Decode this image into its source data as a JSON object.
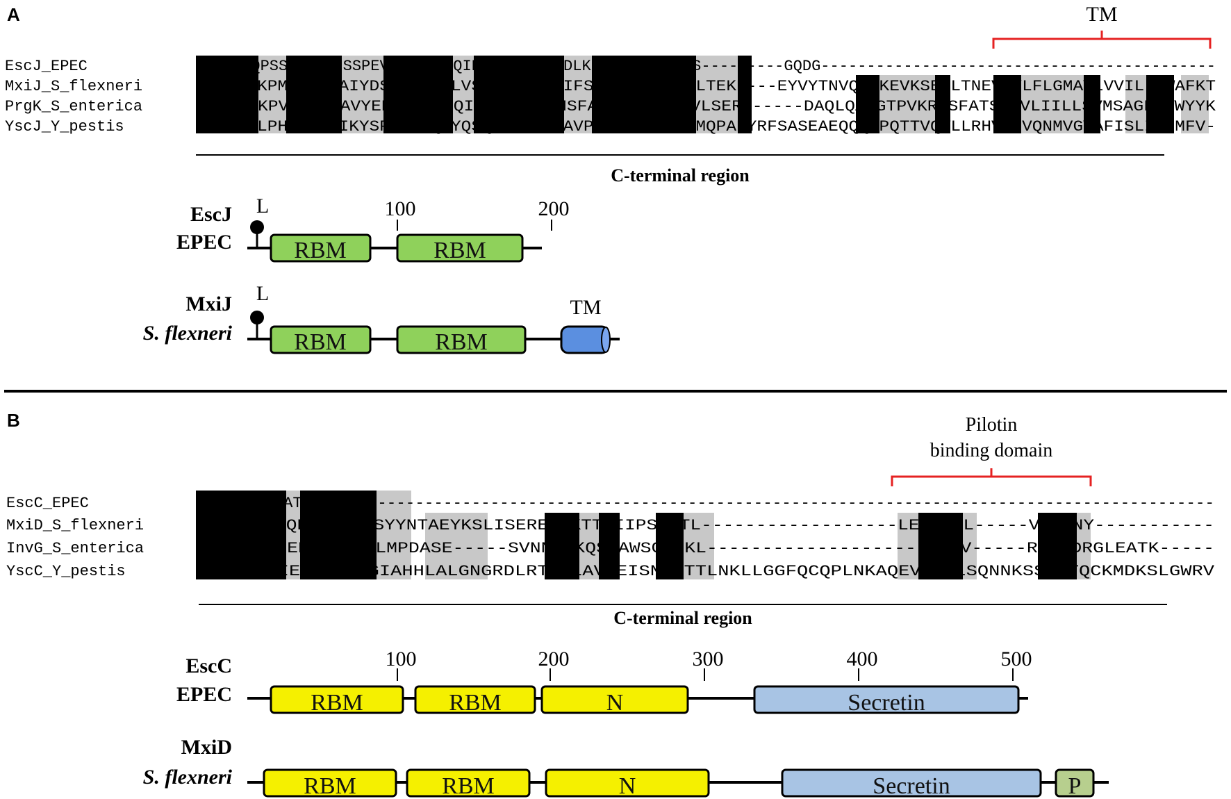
{
  "panels": {
    "a": {
      "letter": "A",
      "sequences": [
        {
          "name": "EscJ_EPEC",
          "seq": "VNNNESQPSSAAVLVISSPEVNLAPSVIQIKNLVVKNSVDDLKLENISVVIKSSS---------GQDG-------------------------------------------"
        },
        {
          "name": "MxiJ_S_flexneri",
          "seq": "EKNISSKPMHISVIAIYDSPKESELLVSNIKRFLKNIFSDVKYENISVILTEKE---EYVYTNVQPVKEVKSEFLTNEVIYLFLGMAVLVVILLVWAFKT"
        },
        {
          "name": "PrgK_S_enterica",
          "seq": "ENGREPKPVHLSALAVYERGSPLAHQISDIKRFLKNSFADVDYDNISVVLSERS-----DAQLQAPGTPVKRNSFATSWIVLIILLSVMSAGFGVWYYK"
        },
        {
          "name": "YscJ_Y_pestis",
          "seq": "VDGKNPLPHTASVFIKYSPEVNLQSYQSQIKGLVRDAVPGIDYAKISVVMQPANYRFSASEAEQQQGPQTTVQWLLRHVGMVQNMVGVAFISLIVLMFV-"
        }
      ],
      "tm_label": "TM",
      "region_label": "C-terminal region",
      "proteins": [
        {
          "name": "EscJ",
          "species": "EPEC",
          "lipid_label": "L",
          "ticks": [
            "100",
            "200"
          ],
          "domains": [
            {
              "label": "RBM",
              "color": "#8fd15b"
            },
            {
              "label": "RBM",
              "color": "#8fd15b"
            }
          ]
        },
        {
          "name": "MxiJ",
          "species": "S. flexneri",
          "lipid_label": "L",
          "tm_label": "TM",
          "domains": [
            {
              "label": "RBM",
              "color": "#8fd15b"
            },
            {
              "label": "RBM",
              "color": "#8fd15b"
            }
          ],
          "tm_color": "#5b8fe0"
        }
      ]
    },
    "b": {
      "letter": "B",
      "sequences": [
        {
          "name": "EscC_EPEC",
          "seq": "SVVRLFLIKATPIKSASSE-----------------------------------------------------------------------------------------"
        },
        {
          "name": "MxiD_S_flexneri",
          "seq": "NIVRVFLIQPREIKESSYYNTAEYKSLISEREIQKTTQIIPSETTL------------------LEDEKSL-----VSYLNY-----------"
        },
        {
          "name": "InvG_S_enterica",
          "seq": "NVVRVFMIEPKEIVDPLMPDASE-----SVNNILKQSGAWSGDDKL--------------------QKWV-----RVYLDRGLEATK-----"
        },
        {
          "name": "YscC_Y_pestis",
          "seq": "RTVRLFIIEPRIIDEGIAHHLALGNGRDLRTGILAVDEISNQSTTLNKLLGGFQCQPLNKAQEVQKWLSQNNKSSYLTQCKMDKSLGWRV"
        }
      ],
      "pilotin_label_line1": "Pilotin",
      "pilotin_label_line2": "binding domain",
      "region_label": "C-terminal region",
      "proteins": [
        {
          "name": "EscC",
          "species": "EPEC",
          "ticks": [
            "100",
            "200",
            "300",
            "400",
            "500"
          ],
          "domains": [
            {
              "label": "RBM",
              "color": "#f5f000"
            },
            {
              "label": "RBM",
              "color": "#f5f000"
            },
            {
              "label": "N",
              "color": "#f5f000"
            },
            {
              "label": "Secretin",
              "color": "#a8c4e4"
            }
          ]
        },
        {
          "name": "MxiD",
          "species": "S. flexneri",
          "domains": [
            {
              "label": "RBM",
              "color": "#f5f000"
            },
            {
              "label": "RBM",
              "color": "#f5f000"
            },
            {
              "label": "N",
              "color": "#f5f000"
            },
            {
              "label": "Secretin",
              "color": "#a8c4e4"
            },
            {
              "label": "P",
              "color": "#b7cf8e"
            }
          ]
        }
      ]
    }
  }
}
